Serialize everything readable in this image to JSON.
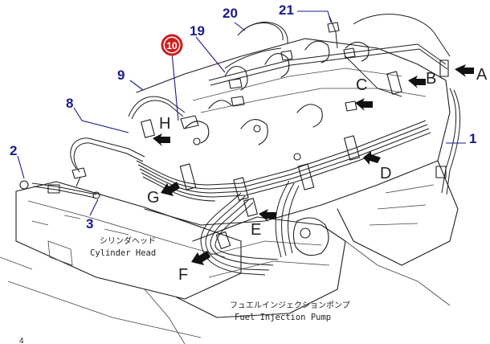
{
  "part_numbers": [
    {
      "label": "1"
    },
    {
      "label": "2"
    },
    {
      "label": "3"
    },
    {
      "label": "8"
    },
    {
      "label": "9"
    },
    {
      "label": "10"
    },
    {
      "label": "19"
    },
    {
      "label": "20"
    },
    {
      "label": "21"
    }
  ],
  "view_letters": [
    "A",
    "B",
    "C",
    "D",
    "E",
    "F",
    "G",
    "H"
  ],
  "labels": {
    "cylinder_head_jp": "シリンダヘッド",
    "cylinder_head_en": "Cylinder Head",
    "fuel_pump_jp": "フュエルインジェクションポンプ",
    "fuel_pump_en": "Fuel Injection Pump",
    "page_marker": "4"
  },
  "colors": {
    "part_number": "#1a1a8c",
    "highlight_ring": "#cc1f1f",
    "line": "#1e1e1e"
  }
}
